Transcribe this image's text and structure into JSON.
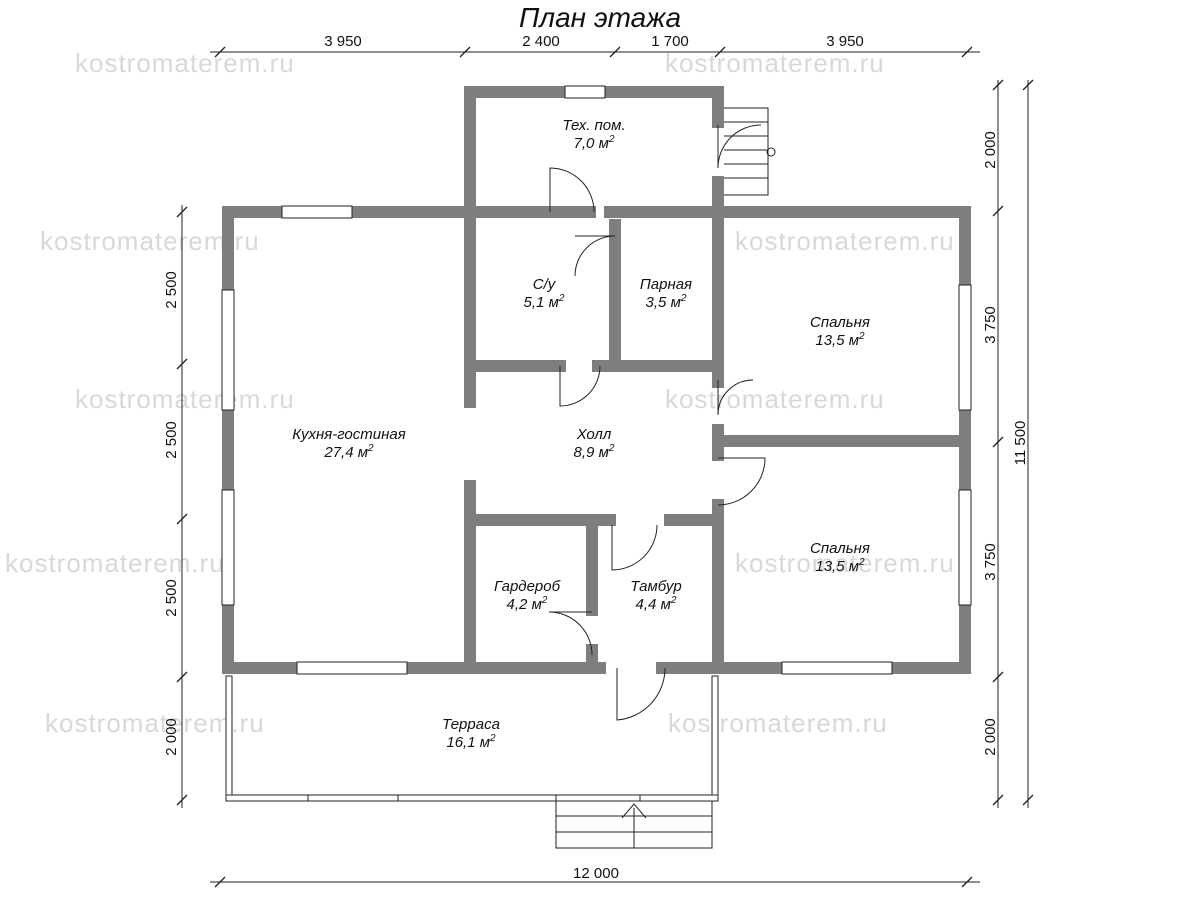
{
  "title": "План этажа",
  "watermark": "kostromaterem.ru",
  "dimensions": {
    "top": [
      "3 950",
      "2 400",
      "1 700",
      "3 950"
    ],
    "bottom": "12 000",
    "left": [
      "2 500",
      "2 500",
      "2 500",
      "2 000"
    ],
    "right_inner": [
      "2 000",
      "3 750",
      "3 750",
      "2 000"
    ],
    "right_outer": "11 500"
  },
  "area_unit": "м",
  "rooms": [
    {
      "name": "Тех. пом.",
      "area": "7,0"
    },
    {
      "name": "С/у",
      "area": "5,1"
    },
    {
      "name": "Парная",
      "area": "3,5"
    },
    {
      "name": "Спальня",
      "area": "13,5"
    },
    {
      "name": "Кухня-гостиная",
      "area": "27,4"
    },
    {
      "name": "Холл",
      "area": "8,9"
    },
    {
      "name": "Гардероб",
      "area": "4,2"
    },
    {
      "name": "Тамбур",
      "area": "4,4"
    },
    {
      "name": "Спальня",
      "area": "13,5"
    },
    {
      "name": "Терраса",
      "area": "16,1"
    }
  ]
}
